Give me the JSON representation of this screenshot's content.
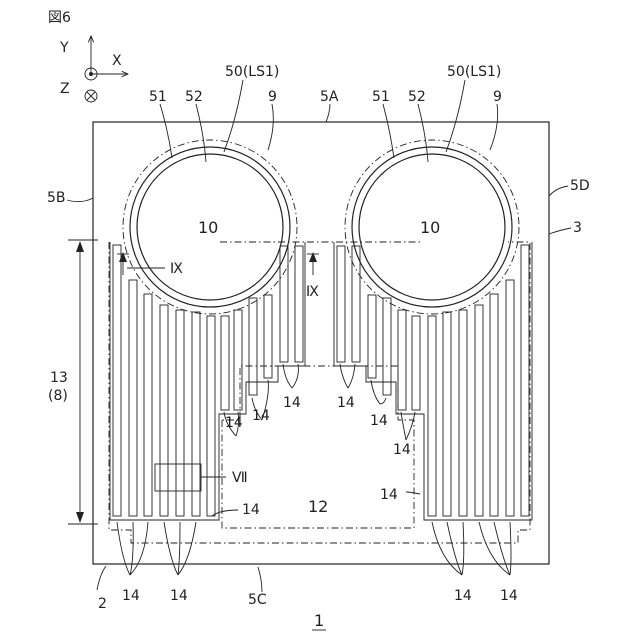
{
  "figure_label": "図6",
  "axes": {
    "y": "Y",
    "x": "X",
    "z": "Z"
  },
  "labels": {
    "l50": "50(LS1)",
    "l51": "51",
    "l52": "52",
    "l9": "9",
    "l5A": "5A",
    "l5B": "5B",
    "l5C": "5C",
    "l5D": "5D",
    "l3": "3",
    "l10": "10",
    "l12": "12",
    "l13": "13",
    "l8": "(8)",
    "l14": "14",
    "lIX": "Ⅸ",
    "lVII": "Ⅶ",
    "l2": "2",
    "l1": "1"
  }
}
